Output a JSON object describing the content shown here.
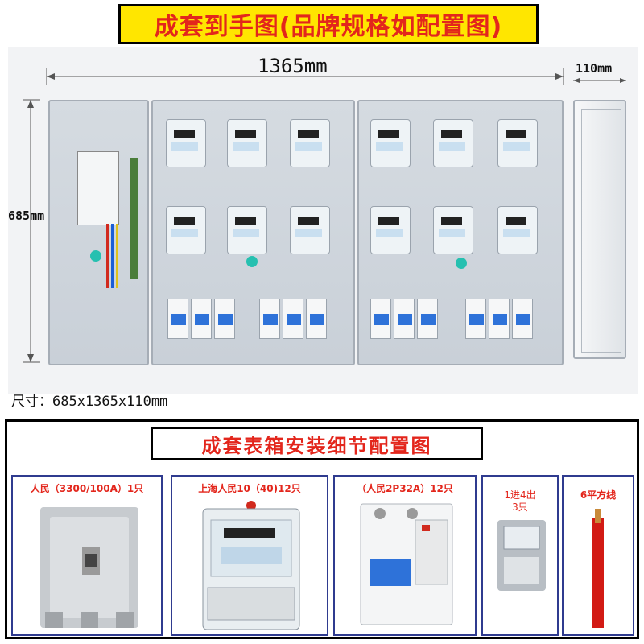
{
  "header": {
    "title": "成套到手图(品牌规格如配置图)"
  },
  "dimensions": {
    "width": "1365mm",
    "depth": "110mm",
    "height": "685mm"
  },
  "spec": "尺寸：685x1365x110mm",
  "details": {
    "title": "成套表箱安装细节配置图",
    "items": [
      {
        "label": "人民（3300/100A）1只"
      },
      {
        "label": "上海人民10（40)12只"
      },
      {
        "label": "（人民2P32A）12只"
      },
      {
        "label_line1": "1进4出",
        "label_line2": "3只"
      },
      {
        "label": "6平方线"
      }
    ]
  },
  "colors": {
    "title_bg": "#ffe600",
    "title_text": "#e3261c",
    "card_border": "#2f3b8f",
    "breaker_handle": "#2e72d9"
  }
}
